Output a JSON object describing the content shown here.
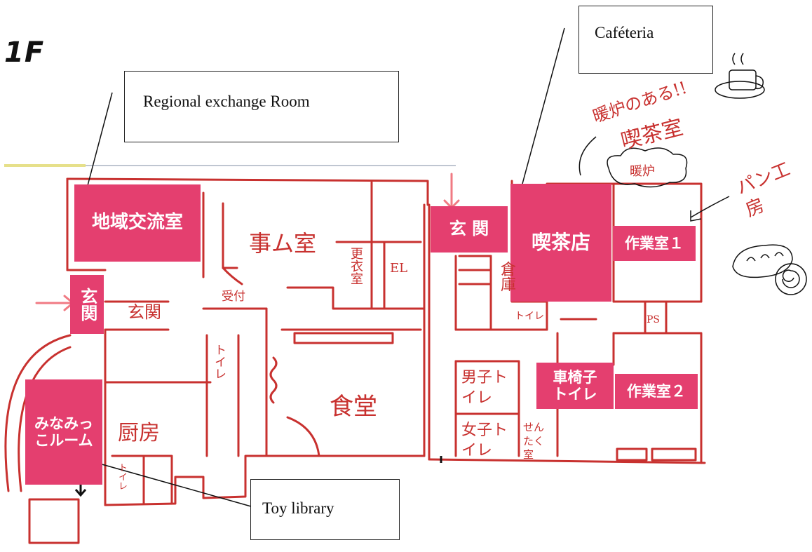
{
  "floor": "1F",
  "callouts": {
    "regional": "Regional exchange Room",
    "cafeteria": "Caféteria",
    "toy": "Toy library"
  },
  "rooms": {
    "regional_exchange": "地域交流室",
    "entrance_left": "玄関",
    "entrance_top": "玄 関",
    "cafe": "喫茶店",
    "workroom1": "作業室１",
    "workroom2": "作業室２",
    "wheelchair_toilet": "車椅子トイレ",
    "minamikko": "みなみっこルーム"
  },
  "hand_labels": {
    "office": "事ム室",
    "reception": "受付",
    "entrance_hall": "玄関",
    "changing": "更衣室",
    "elevator": "EL",
    "storage": "倉庫",
    "toilet_small": "トイレ",
    "ps": "PS",
    "dining": "食堂",
    "kitchen": "厨房",
    "toilet_kitchen": "トイレ",
    "toilet_hall": "トイレ",
    "men_toilet": "男子トイレ",
    "women_toilet": "女子トイレ",
    "laundry": "せんたく室",
    "stove_cafe": "暖炉のある!!",
    "cafe_room": "喫茶室",
    "stove": "暖炉",
    "bakery": "パン工房"
  },
  "colors": {
    "pink": "#e43f6f",
    "wall": "#c8312f",
    "callout_border": "#222222"
  }
}
